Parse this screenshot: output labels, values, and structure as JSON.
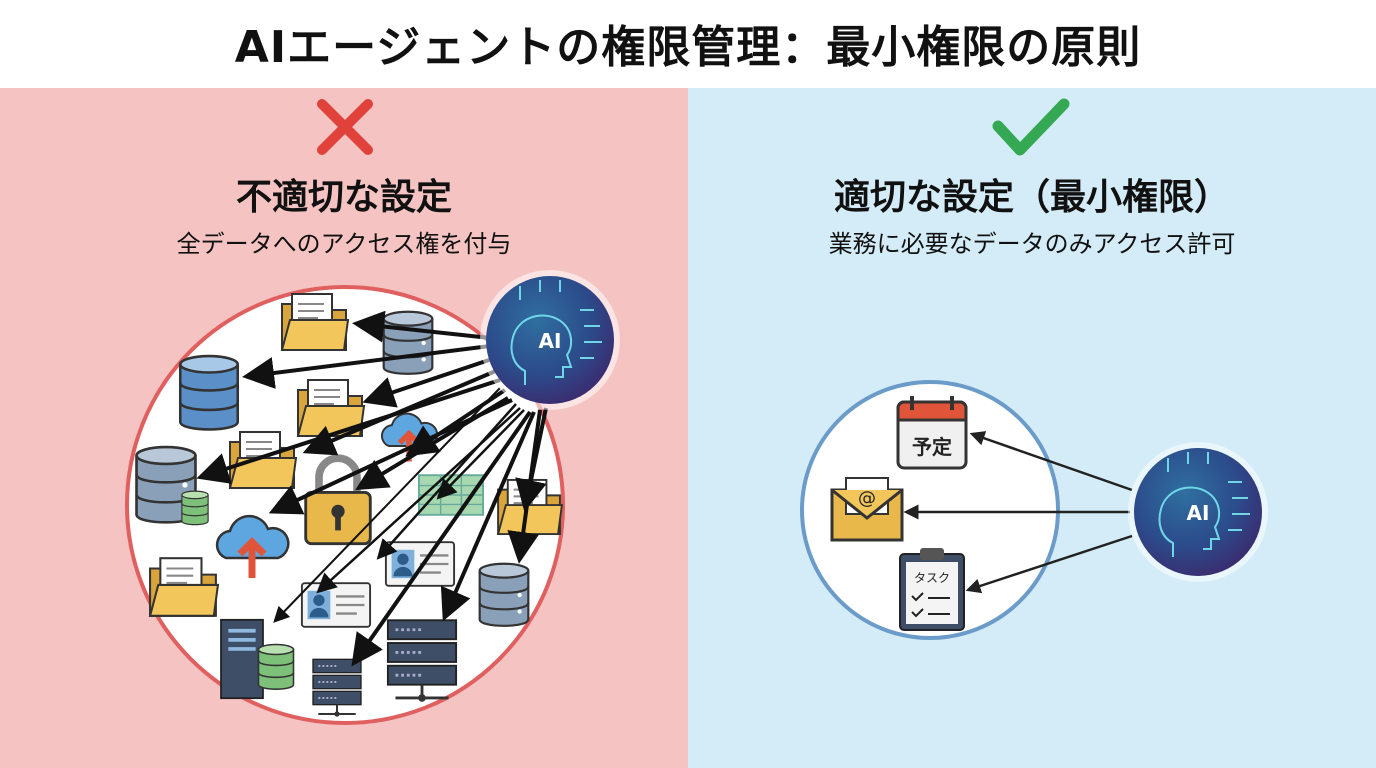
{
  "title": "AIエージェントの権限管理：最小権限の原則",
  "left": {
    "heading": "不適切な設定",
    "subheading": "全データへのアクセス権を付与",
    "status_icon": "cross-icon",
    "status_color": "#e0413b",
    "ai_label": "AI"
  },
  "right": {
    "heading": "適切な設定（最小権限）",
    "subheading": "業務に必要なデータのみアクセス許可",
    "status_icon": "check-icon",
    "status_color": "#35a853",
    "ai_label": "AI",
    "items": [
      {
        "icon": "calendar-icon",
        "label": "予定"
      },
      {
        "icon": "email-icon",
        "label": "@"
      },
      {
        "icon": "clipboard-task-icon",
        "label": "タスク"
      }
    ]
  },
  "colors": {
    "left_bg": "#f5c3c2",
    "right_bg": "#d3ecf7",
    "left_circle": "#e06060",
    "right_circle": "#6b9bc8"
  }
}
